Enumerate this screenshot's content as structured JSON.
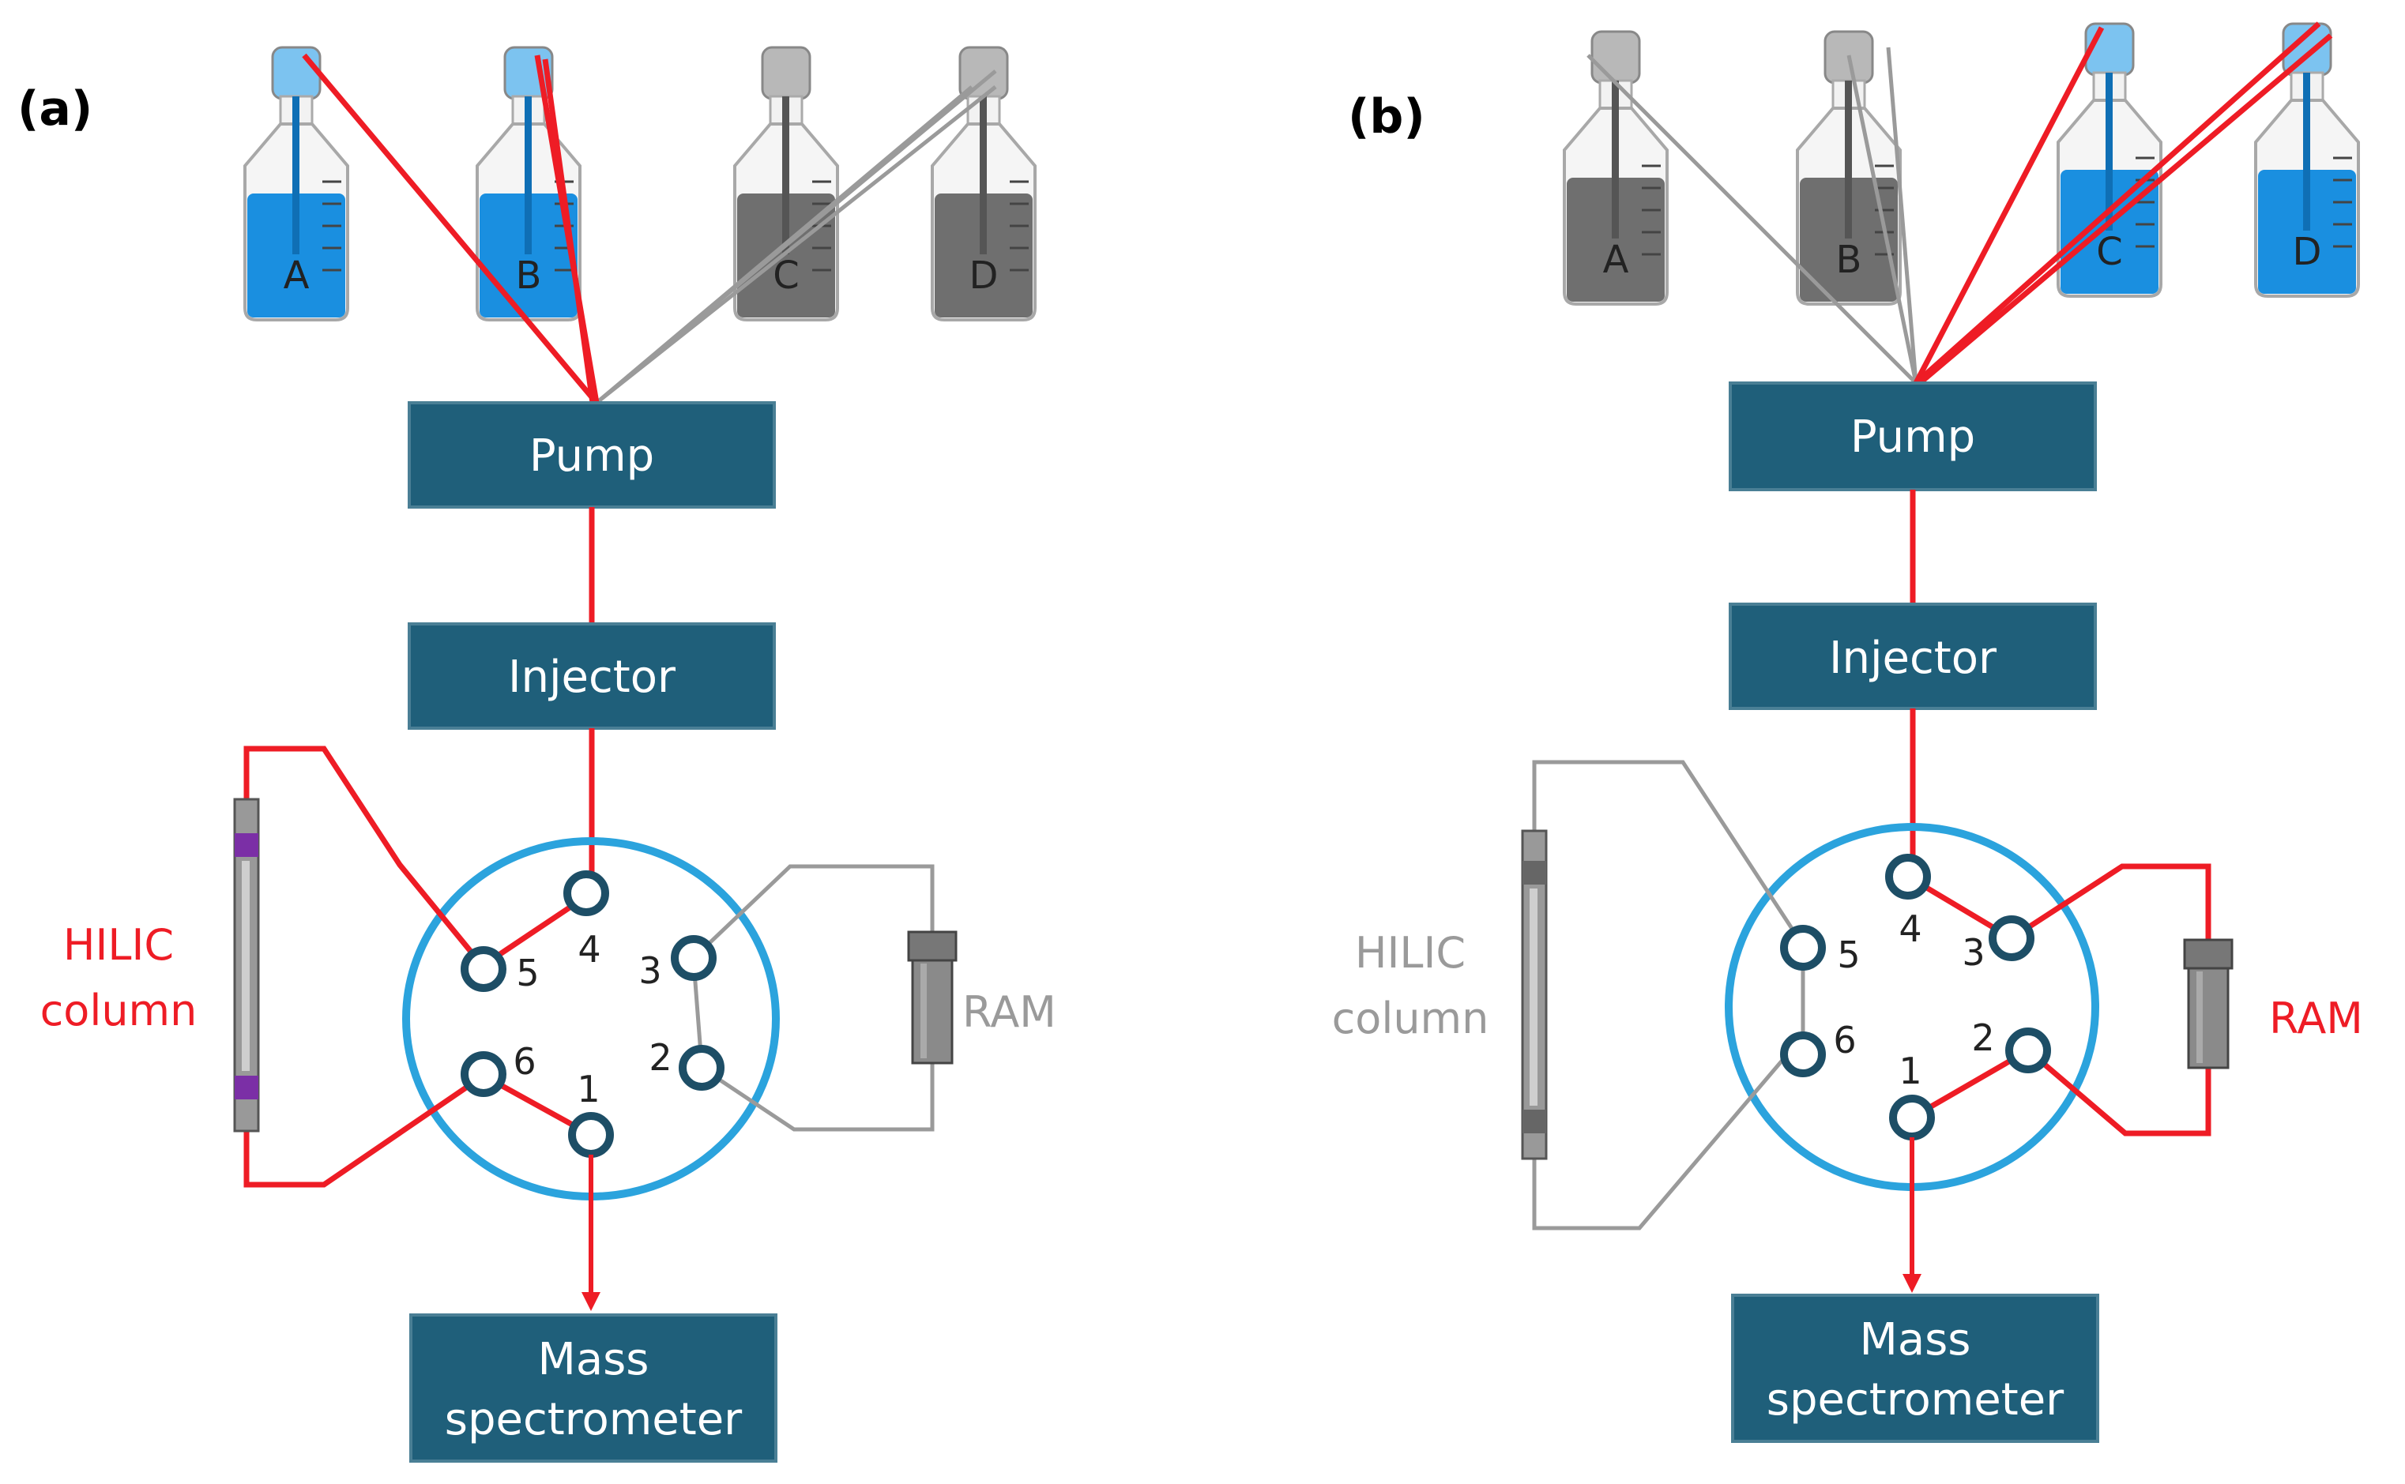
{
  "colors": {
    "box_fill": "#1f5f7a",
    "box_stroke": "#4a7f95",
    "active_line": "#ee1c25",
    "inactive_line": "#9a9a9a",
    "valve_ring": "#2ba3dd",
    "port_ring": "#1d4e66",
    "solvent_active": "#1a8fe0",
    "solvent_inactive": "#6f6f6f",
    "cap_active": "#7cc3f0",
    "cap_inactive": "#b8b8b8",
    "column_band": "#7b2fa6"
  },
  "panels": [
    {
      "label": "(a)",
      "bottles": [
        {
          "letter": "A",
          "active": true
        },
        {
          "letter": "B",
          "active": true
        },
        {
          "letter": "C",
          "active": false
        },
        {
          "letter": "D",
          "active": false
        }
      ],
      "pump_label": "Pump",
      "injector_label": "Injector",
      "ports": [
        "1",
        "2",
        "3",
        "4",
        "5",
        "6"
      ],
      "hilic_label_line1": "HILIC",
      "hilic_label_line2": "column",
      "hilic_active": true,
      "ram_label": "RAM",
      "ram_active": false,
      "ms_label_line1": "Mass",
      "ms_label_line2": "spectrometer"
    },
    {
      "label": "(b)",
      "bottles": [
        {
          "letter": "A",
          "active": false
        },
        {
          "letter": "B",
          "active": false
        },
        {
          "letter": "C",
          "active": true
        },
        {
          "letter": "D",
          "active": true
        }
      ],
      "pump_label": "Pump",
      "injector_label": "Injector",
      "ports": [
        "1",
        "2",
        "3",
        "4",
        "5",
        "6"
      ],
      "hilic_label_line1": "HILIC",
      "hilic_label_line2": "column",
      "hilic_active": false,
      "ram_label": "RAM",
      "ram_active": true,
      "ms_label_line1": "Mass",
      "ms_label_line2": "spectrometer"
    }
  ]
}
